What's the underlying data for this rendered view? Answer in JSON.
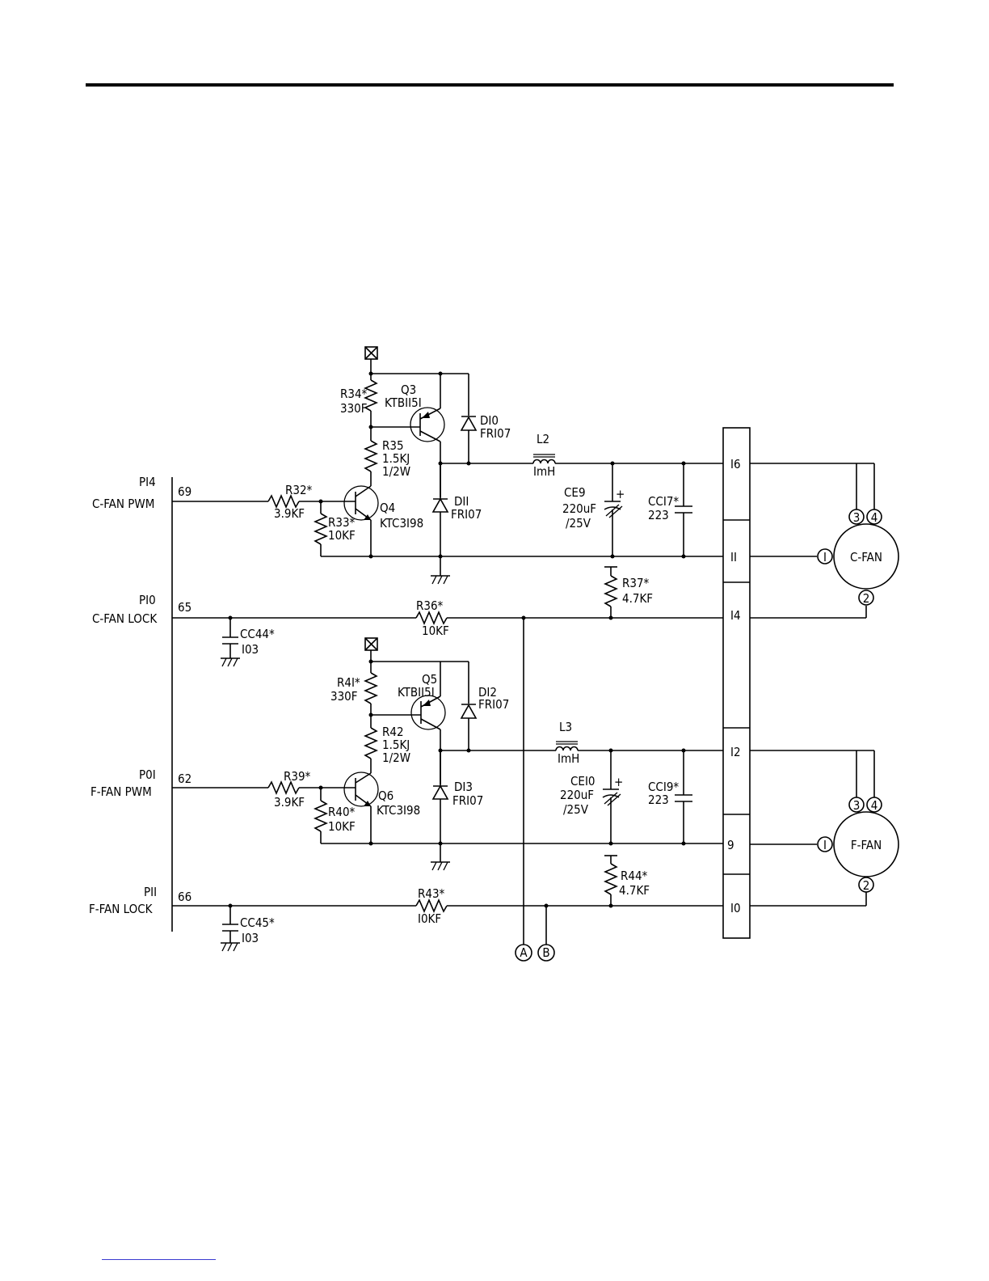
{
  "mcu": {
    "ports": [
      {
        "port": "PI4",
        "net": "C-FAN PWM",
        "pin": "69"
      },
      {
        "port": "PI0",
        "net": "C-FAN LOCK",
        "pin": "65"
      },
      {
        "port": "P0I",
        "net": "F-FAN PWM",
        "pin": "62"
      },
      {
        "port": "PII",
        "net": "F-FAN LOCK",
        "pin": "66"
      }
    ]
  },
  "c_fan": {
    "R34": {
      "ref": "R34*",
      "val": "330F"
    },
    "Q3": {
      "ref": "Q3",
      "part": "KTBII5I"
    },
    "D10": {
      "ref": "DI0",
      "part": "FRI07"
    },
    "R35": {
      "ref": "R35",
      "val": "1.5KJ",
      "power": "1/2W"
    },
    "R32": {
      "ref": "R32*",
      "val": "3.9KF"
    },
    "R33": {
      "ref": "R33*",
      "val": "10KF"
    },
    "Q4": {
      "ref": "Q4",
      "part": "KTC3I98"
    },
    "D11": {
      "ref": "DII",
      "part": "FRI07"
    },
    "L2": {
      "ref": "L2",
      "val": "ImH"
    },
    "CE9": {
      "ref": "CE9",
      "val": "220uF",
      "volt": "/25V"
    },
    "CC17": {
      "ref": "CCI7*",
      "val": "223"
    },
    "R37": {
      "ref": "R37*",
      "val": "4.7KF"
    },
    "R36": {
      "ref": "R36*",
      "val": "10KF"
    },
    "CC44": {
      "ref": "CC44*",
      "val": "I03"
    }
  },
  "f_fan": {
    "R41": {
      "ref": "R4I*",
      "val": "330F"
    },
    "Q5": {
      "ref": "Q5",
      "part": "KTBII5I"
    },
    "D12": {
      "ref": "DI2",
      "part": "FRI07"
    },
    "R42": {
      "ref": "R42",
      "val": "1.5KJ",
      "power": "1/2W"
    },
    "R39": {
      "ref": "R39*",
      "val": "3.9KF"
    },
    "R40": {
      "ref": "R40*",
      "val": "10KF"
    },
    "Q6": {
      "ref": "Q6",
      "part": "KTC3I98"
    },
    "D13": {
      "ref": "DI3",
      "part": "FRI07"
    },
    "L3": {
      "ref": "L3",
      "val": "ImH"
    },
    "CE10": {
      "ref": "CEI0",
      "val": "220uF",
      "volt": "/25V"
    },
    "CC19": {
      "ref": "CCI9*",
      "val": "223"
    },
    "R44": {
      "ref": "R44*",
      "val": "4.7KF"
    },
    "R43": {
      "ref": "R43*",
      "val": "I0KF"
    },
    "CC45": {
      "ref": "CC45*",
      "val": "I03"
    }
  },
  "connector": {
    "pins": [
      "I6",
      "II",
      "I4",
      "I2",
      "9",
      "I0"
    ]
  },
  "motors": [
    {
      "name": "C-FAN",
      "pins": [
        "3",
        "4",
        "I",
        "2"
      ]
    },
    {
      "name": "F-FAN",
      "pins": [
        "3",
        "4",
        "I",
        "2"
      ]
    }
  ],
  "test_points": [
    "A",
    "B"
  ]
}
